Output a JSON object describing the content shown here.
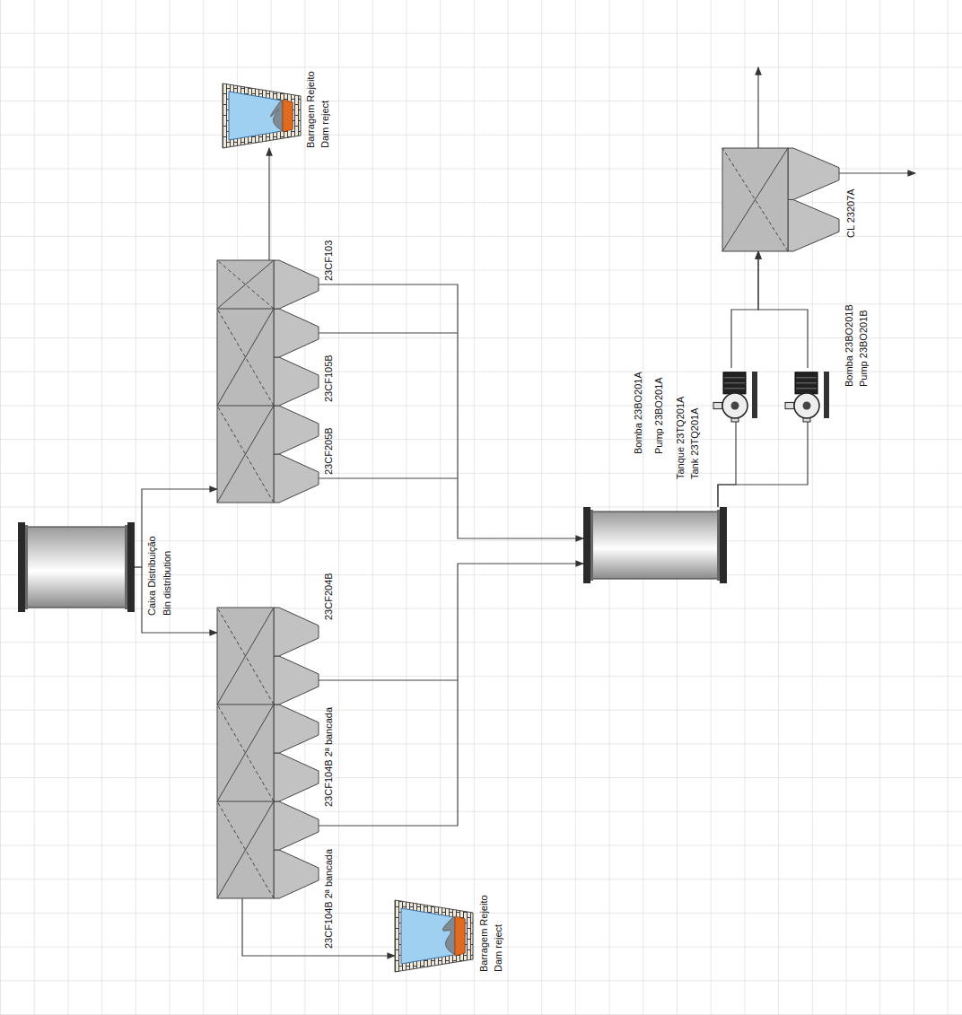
{
  "diagram": {
    "nodes": [
      {
        "text": [
          "Caixa Distribuição",
          "Bin distribution"
        ]
      },
      {
        "text": [
          "23CF205B",
          "23CF105B",
          "23CF103"
        ]
      },
      {
        "text": [
          "Barragem Rejeito",
          "Dam reject"
        ]
      },
      {
        "text": [
          "23CF104B 2ª bancada",
          "23CF104B 2ª bancada",
          "23CF204B"
        ]
      },
      {
        "text": [
          "Barragem Rejeito",
          "Dam reject"
        ]
      },
      {
        "text": [
          "Tanque 23TQ201A",
          "Tank 23TQ201A"
        ]
      },
      {
        "text": [
          "Bomba 23BO201A",
          "Pump 23BO201A"
        ]
      },
      {
        "text": [
          "Bomba 23BO201B",
          "Pump 23BO201B"
        ]
      },
      {
        "text": [
          "CL 23207A"
        ]
      }
    ],
    "edges": [
      {
        "from": 0,
        "to": 1,
        "arrow": "to"
      },
      {
        "from": 0,
        "to": 3,
        "arrow": "to"
      },
      {
        "from": 1,
        "to": 2,
        "arrow": "to"
      },
      {
        "from": 3,
        "to": 4,
        "arrow": "to"
      },
      {
        "from": 1,
        "to": 5,
        "arrow": "to"
      },
      {
        "from": 3,
        "to": 5,
        "arrow": "to"
      },
      {
        "from": 5,
        "to": 6,
        "arrow": "none"
      },
      {
        "from": 5,
        "to": 7,
        "arrow": "none"
      },
      {
        "from": 6,
        "to": 8,
        "arrow": "to"
      },
      {
        "from": 7,
        "to": 8,
        "arrow": "to"
      }
    ]
  }
}
